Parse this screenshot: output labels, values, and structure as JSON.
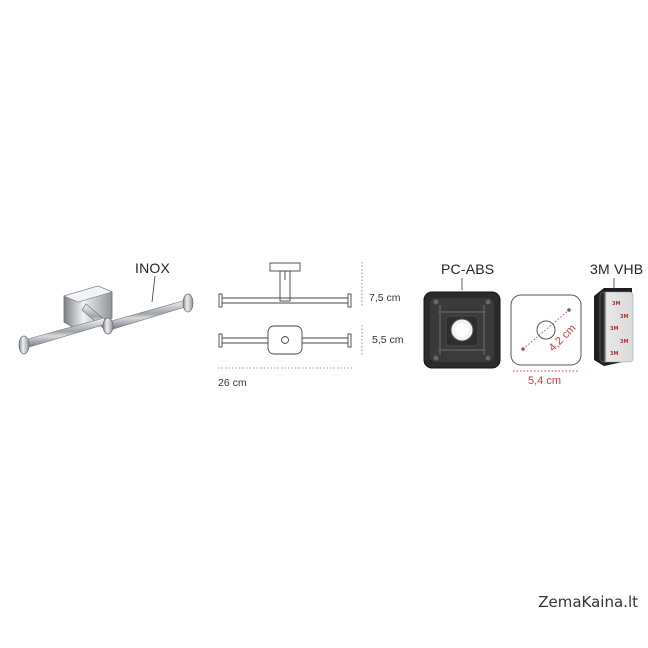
{
  "materials": {
    "holder": "INOX",
    "base": "PC-ABS",
    "adhesive": "3M VHB"
  },
  "dimensions": {
    "height_top": "7,5 cm",
    "height_front": "5,5 cm",
    "width": "26 cm",
    "plate_width": "5,4 cm",
    "hole_spacing": "4,2 cm"
  },
  "adhesive_text": "3M",
  "watermark": "ZemaKaina.lt",
  "colors": {
    "dimension_line": "#444444",
    "red_dimension": "#d23a3a",
    "chrome": "#c9ccd0",
    "base_plastic": "#2a2a2a",
    "tape_red": "#b03030"
  }
}
